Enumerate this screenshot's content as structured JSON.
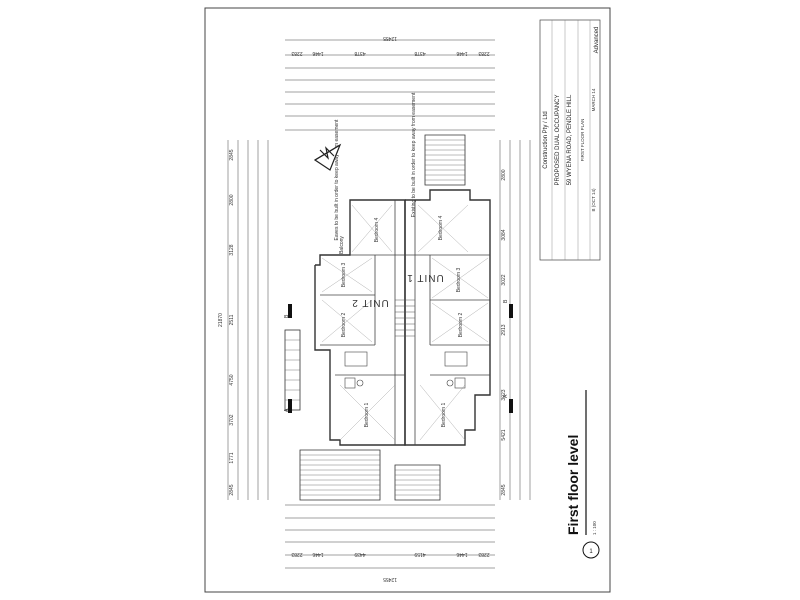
{
  "drawing": {
    "title": "First floor level",
    "number": "1",
    "scale": "1 : 100"
  },
  "units": {
    "unit1": "UNIT 1",
    "unit2": "UNIT 2"
  },
  "rooms": {
    "bed1_u1": "Bedroom 1",
    "bed2_u1": "Bedroom 2",
    "bed3_u1": "Bedroom 3",
    "bed4_u1": "Bedroom 4",
    "bed1_u2": "Bedroom 1",
    "bed2_u2": "Bedroom 2",
    "bed3_u2": "Bedroom 3",
    "bed4_u2": "Bedroom 4",
    "balcony": "Balcony"
  },
  "notes": {
    "eaves1": "Eaves to be built in order to keep away from easement",
    "eaves2": "Existing to be built in order to keep away from easement"
  },
  "section_markers": {
    "a": "A",
    "b": "B"
  },
  "dimensions": {
    "overall_top": "12455",
    "overall_bottom": "12455",
    "overall_side": "21870",
    "top": [
      "2283",
      "1446",
      "4378",
      "4378",
      "1446",
      "2283"
    ],
    "bottom": [
      "2283",
      "1446",
      "4439",
      "4159",
      "1446",
      "2283"
    ],
    "left": [
      "2845",
      "1771",
      "3702",
      "4750",
      "2511",
      "3128",
      "2800",
      "2845"
    ],
    "right": [
      "2845",
      "5421",
      "3023",
      "2913",
      "3022",
      "3084",
      "2800"
    ]
  },
  "title_block": {
    "company": "Construction Pty / Ltd",
    "project": "PROPOSED DUAL OCCUPANCY",
    "address": "59 WYENA ROAD, PENDLE HILL",
    "sheet_title": "FIRST FLOOR PLAN",
    "date": "MARCH 14",
    "drawing_no": "B (OCT 14)",
    "brand": "Advanced"
  }
}
